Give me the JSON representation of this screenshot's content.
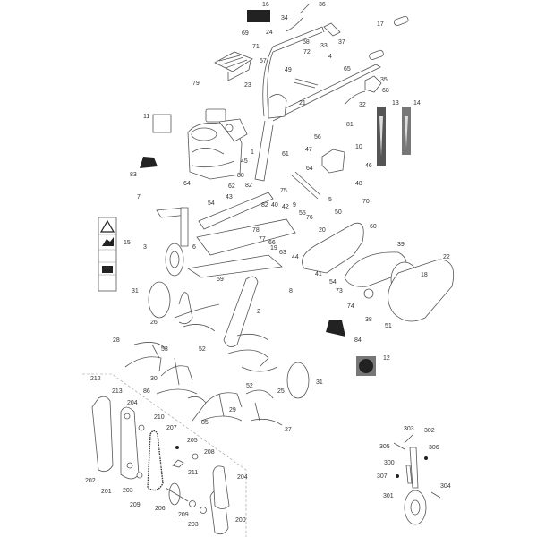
{
  "diagram": {
    "part_labels": [
      "16",
      "36",
      "34",
      "24",
      "17",
      "58",
      "33",
      "37",
      "72",
      "69",
      "71",
      "57",
      "4",
      "49",
      "65",
      "35",
      "68",
      "79",
      "23",
      "21",
      "32",
      "13",
      "14",
      "81",
      "11",
      "56",
      "10",
      "47",
      "1",
      "61",
      "64",
      "46",
      "45",
      "48",
      "80",
      "82",
      "62",
      "83",
      "64",
      "43",
      "54",
      "5",
      "82",
      "7",
      "75",
      "70",
      "40",
      "42",
      "9",
      "55",
      "76",
      "50",
      "60",
      "20",
      "78",
      "77",
      "66",
      "19",
      "63",
      "44",
      "39",
      "22",
      "15",
      "3",
      "6",
      "59",
      "41",
      "54",
      "73",
      "8",
      "18",
      "31",
      "2",
      "74",
      "38",
      "51",
      "26",
      "84",
      "28",
      "53",
      "52",
      "12",
      "31",
      "30",
      "52",
      "25",
      "212",
      "213",
      "86",
      "204",
      "210",
      "207",
      "29",
      "85",
      "27",
      "205",
      "208",
      "211",
      "204",
      "202",
      "201",
      "203",
      "209",
      "206",
      "209",
      "203",
      "200",
      "303",
      "302",
      "305",
      "306",
      "300",
      "307",
      "304",
      "301"
    ]
  },
  "colors": {
    "line": "#555555",
    "decal": "#333333",
    "decal_light": "#777777"
  }
}
